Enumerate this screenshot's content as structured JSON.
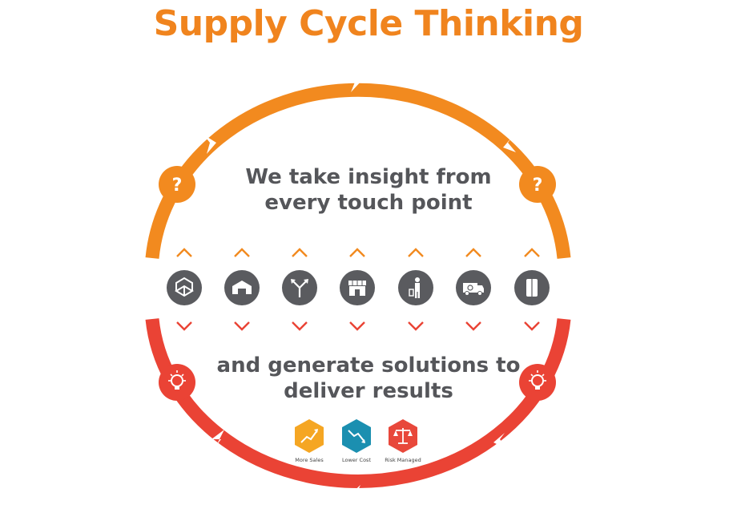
{
  "title": "Supply Cycle Thinking",
  "colors": {
    "title": "#f0841e",
    "top_arc": "#f28a1f",
    "bottom_arc": "#ea4335",
    "icon_circle": "#5a5b5f",
    "text": "#55565a"
  },
  "insight_text": [
    "We take insight from",
    "every touch point"
  ],
  "solutions_text": [
    "and generate solutions to",
    "deliver results"
  ],
  "question_badges": [
    "?",
    "?"
  ],
  "idea_badges": [
    "lightbulb-icon",
    "lightbulb-icon"
  ],
  "touch_points": [
    {
      "icon": "box-icon"
    },
    {
      "icon": "warehouse-icon"
    },
    {
      "icon": "route-icon"
    },
    {
      "icon": "store-icon"
    },
    {
      "icon": "person-bin-icon"
    },
    {
      "icon": "recycle-truck-icon"
    },
    {
      "icon": "roll-icon"
    }
  ],
  "results": [
    {
      "label": "More Sales",
      "icon": "growth-chart-icon",
      "color": "#f5a623"
    },
    {
      "label": "Lower Cost",
      "icon": "decline-chart-icon",
      "color": "#1b8fb0"
    },
    {
      "label": "Risk Managed",
      "icon": "scales-icon",
      "color": "#e8483b"
    }
  ]
}
